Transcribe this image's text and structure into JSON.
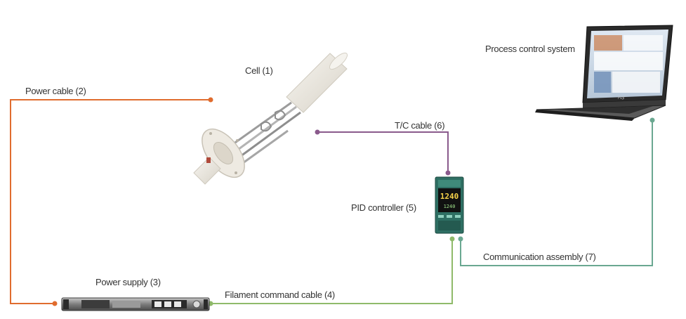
{
  "labels": {
    "cell": "Cell (1)",
    "power_cable": "Power cable (2)",
    "power_supply": "Power supply (3)",
    "filament_cable": "Filament command cable (4)",
    "pid_controller": "PID controller (5)",
    "tc_cable": "T/C cable (6)",
    "communication": "Communication assembly (7)",
    "process_control": "Process control system"
  },
  "devices": {
    "pid_display": [
      "1240",
      "1240"
    ],
    "laptop_brand": "FUJI"
  },
  "colors": {
    "power_cable": "#e06c2e",
    "tc_cable": "#8a5a8c",
    "filament_cable": "#8fba6a",
    "communication": "#6aa891",
    "ceramic": "#ece8df",
    "metal": "#a8a8a8"
  }
}
